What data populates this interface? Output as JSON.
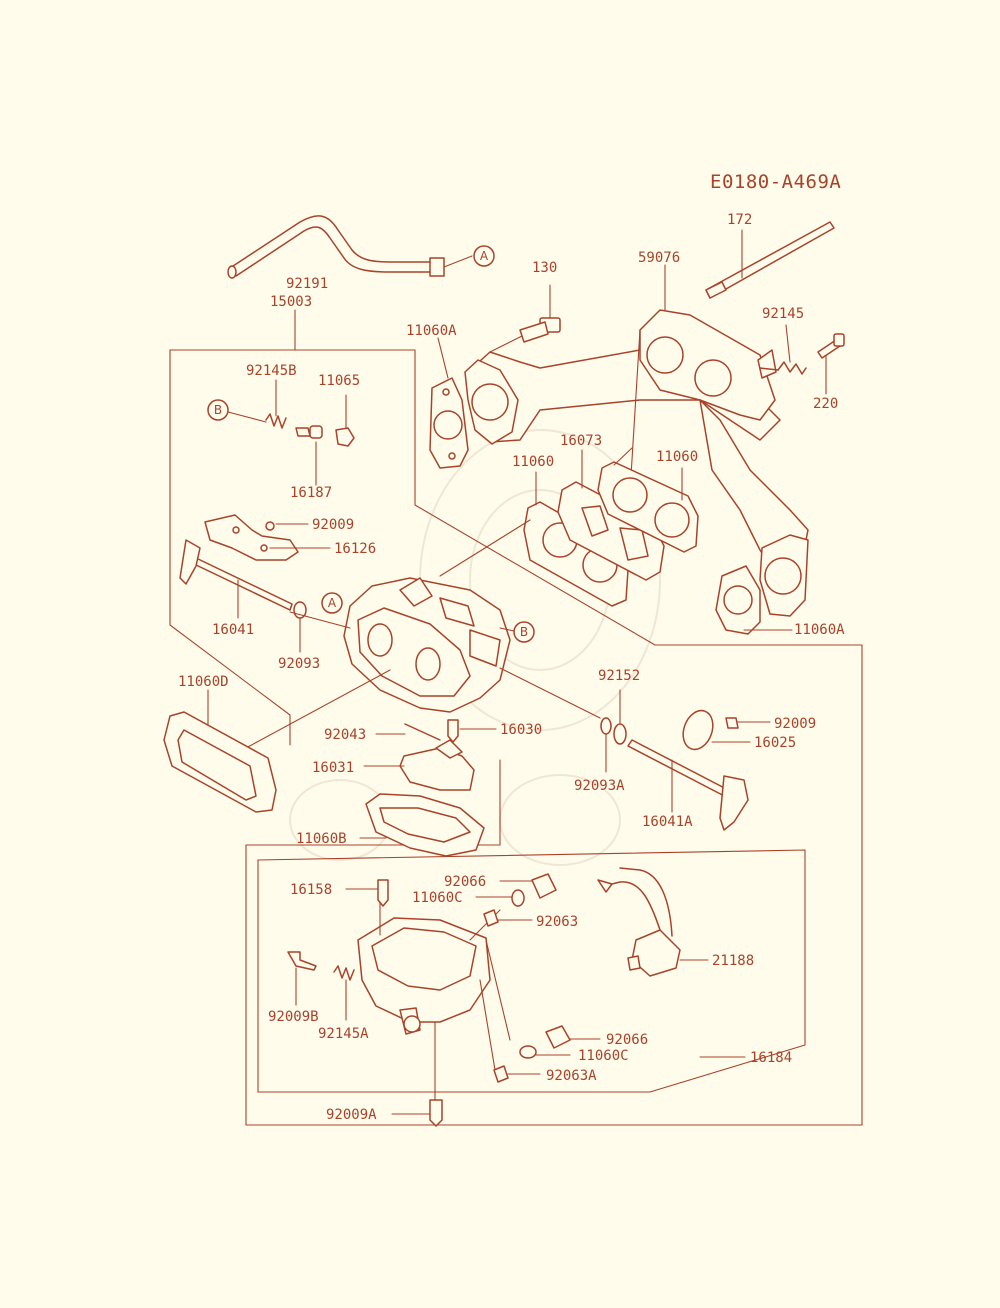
{
  "diagram_code": "E0180-A469A",
  "ref_markers": [
    "A",
    "B"
  ],
  "colors": {
    "line": "#a8432a",
    "background": "#fffcec"
  },
  "labels": {
    "p92191": "92191",
    "p15003": "15003",
    "p130": "130",
    "p59076": "59076",
    "p172": "172",
    "p11060A_top": "11060A",
    "p92145": "92145",
    "p220": "220",
    "p92145B": "92145B",
    "p11065": "11065",
    "p16187": "16187",
    "p16073": "16073",
    "p11060_left": "11060",
    "p11060_right": "11060",
    "p92009_top": "92009",
    "p16126": "16126",
    "p16041": "16041",
    "p92093": "92093",
    "p11060A_bottom": "11060A",
    "p11060D": "11060D",
    "p92152": "92152",
    "p92043": "92043",
    "p16030": "16030",
    "p92009_right": "92009",
    "p16025": "16025",
    "p16031": "16031",
    "p92093A": "92093A",
    "p16041A": "16041A",
    "p11060B": "11060B",
    "p92066_top": "92066",
    "p16158": "16158",
    "p11060C_top": "11060C",
    "p92063": "92063",
    "p21188": "21188",
    "p92009B": "92009B",
    "p92145A": "92145A",
    "p92066_bottom": "92066",
    "p11060C_bottom": "11060C",
    "p16184": "16184",
    "p92063A": "92063A",
    "p92009A": "92009A"
  }
}
